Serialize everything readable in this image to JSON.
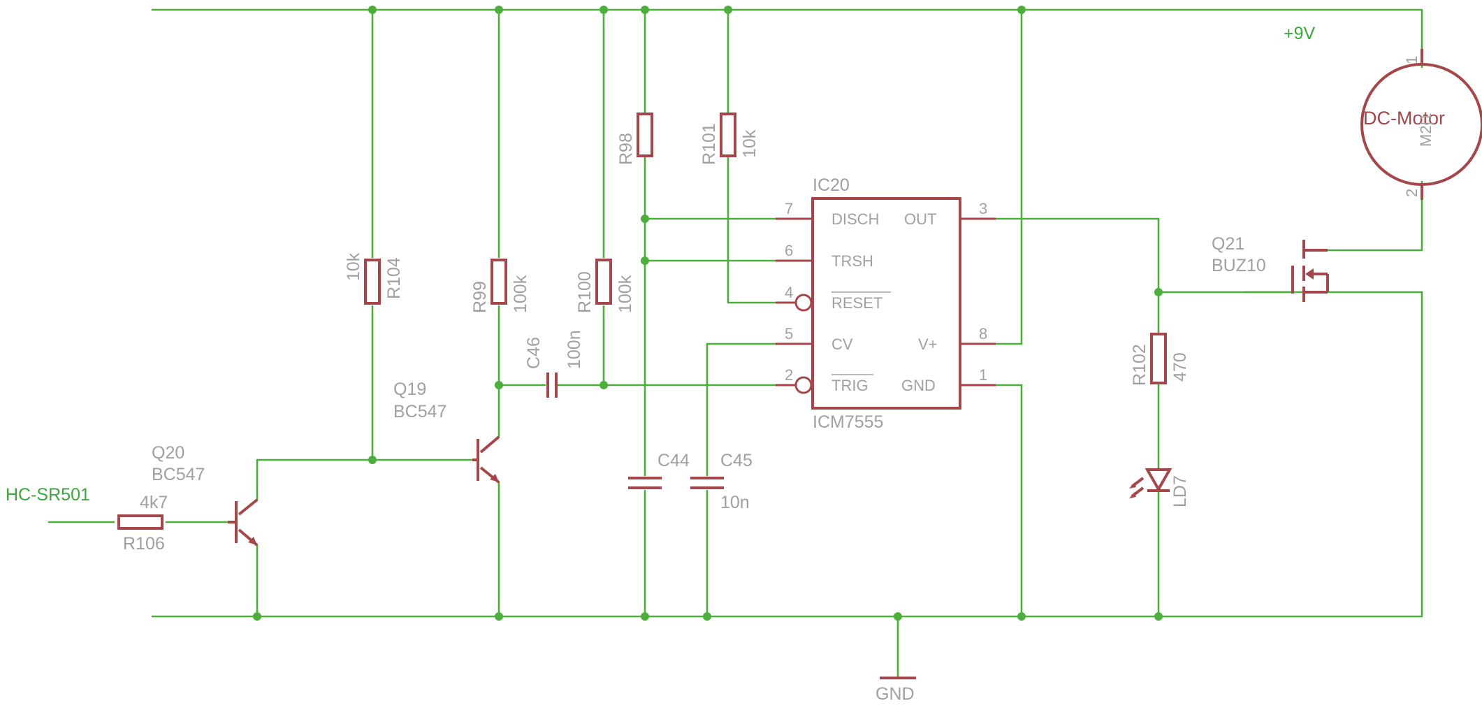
{
  "nets": {
    "supply": "+9V",
    "ground": "GND",
    "input": "HC-SR501"
  },
  "ic": {
    "name": "IC20",
    "value": "ICM7555",
    "pin_labels": {
      "disch": "DISCH",
      "trsh": "TRSH",
      "reset": "RESET",
      "cv": "CV",
      "trig": "TRIG",
      "out": "OUT",
      "vplus": "V+",
      "gnd": "GND"
    },
    "pin_numbers": {
      "disch": "7",
      "trsh": "6",
      "reset": "4",
      "cv": "5",
      "trig": "2",
      "out": "3",
      "vplus": "8",
      "gnd": "1"
    }
  },
  "resistors": {
    "r98": {
      "name": "R98",
      "value": ""
    },
    "r101": {
      "name": "R101",
      "value": "10k"
    },
    "r104": {
      "name": "R104",
      "value": "10k"
    },
    "r99": {
      "name": "R99",
      "value": "100k"
    },
    "r100": {
      "name": "R100",
      "value": "100k"
    },
    "r102": {
      "name": "R102",
      "value": "470"
    },
    "r106": {
      "name": "R106",
      "value": "4k7"
    }
  },
  "capacitors": {
    "c46": {
      "name": "C46",
      "value": "100n"
    },
    "c44": {
      "name": "C44",
      "value": ""
    },
    "c45": {
      "name": "C45",
      "value": "10n"
    }
  },
  "transistors": {
    "q19": {
      "name": "Q19",
      "value": "BC547"
    },
    "q20": {
      "name": "Q20",
      "value": "BC547"
    },
    "q21": {
      "name": "Q21",
      "value": "BUZ10"
    }
  },
  "led": {
    "name": "LD7"
  },
  "motor": {
    "name": "M2",
    "part_number": "M2|1",
    "value": "DC-Motor",
    "pin1": "1",
    "pin2": "2"
  },
  "colors": {
    "wire": "#4caf3c",
    "component": "#a5474a",
    "label": "#a0a0a0"
  }
}
